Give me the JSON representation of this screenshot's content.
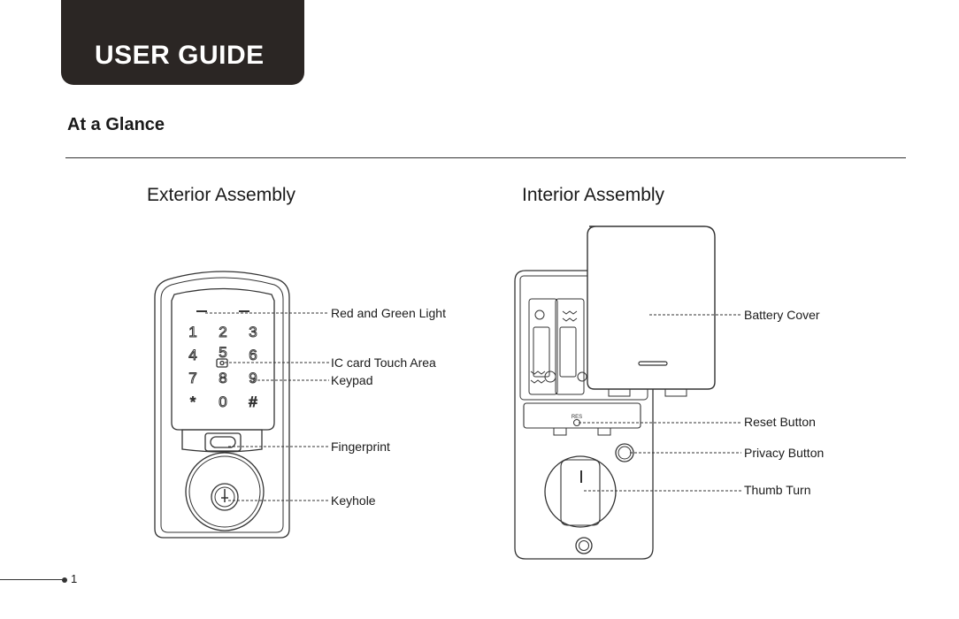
{
  "header": {
    "tab_title": "USER GUIDE"
  },
  "section": {
    "title": "At a Glance"
  },
  "exterior": {
    "title": "Exterior Assembly",
    "keys": [
      "1",
      "2",
      "3",
      "4",
      "5",
      "6",
      "7",
      "8",
      "9",
      "*",
      "0",
      "#"
    ],
    "callouts": {
      "light": "Red and Green Light",
      "ic_card": "IC card Touch Area",
      "keypad": "Keypad",
      "fingerprint": "Fingerprint",
      "keyhole": "Keyhole"
    }
  },
  "interior": {
    "title": "Interior Assembly",
    "reset_text": "RES",
    "callouts": {
      "battery_cover": "Battery Cover",
      "reset": "Reset Button",
      "privacy": "Privacy Button",
      "thumb_turn": "Thumb Turn"
    }
  },
  "footer": {
    "page_number": "1"
  }
}
